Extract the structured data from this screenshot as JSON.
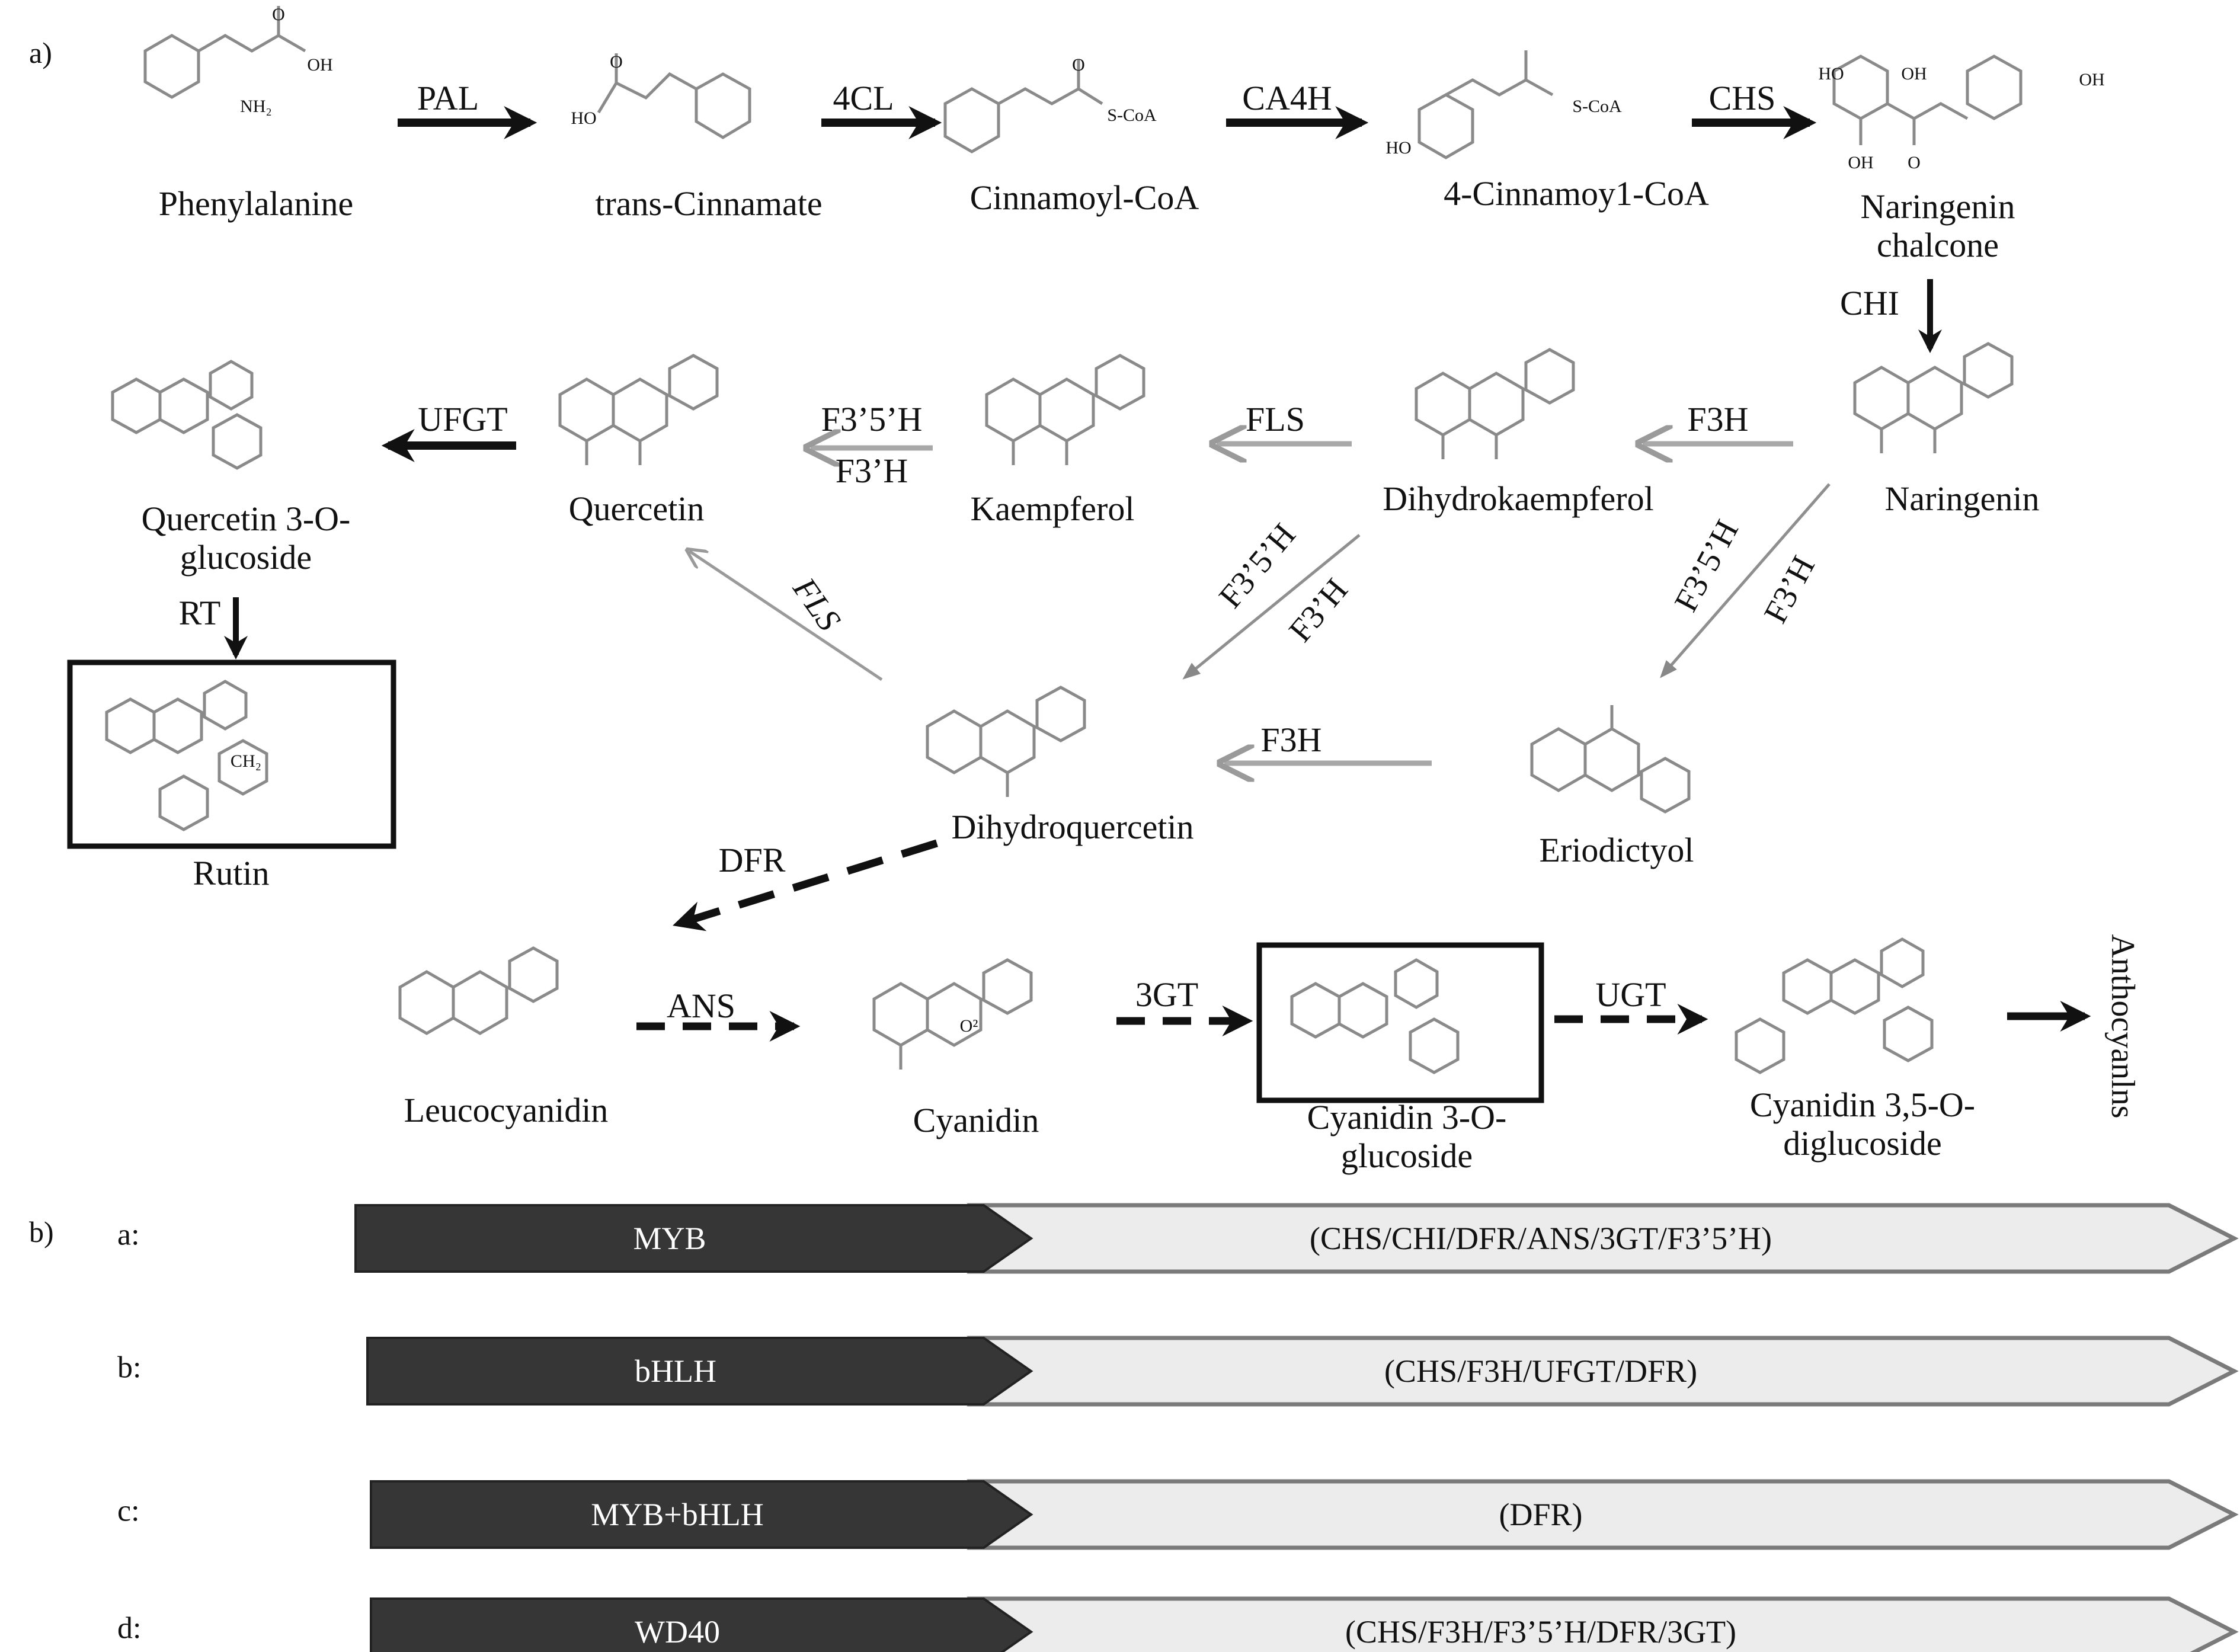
{
  "panels": {
    "a": "a)",
    "b": "b)"
  },
  "compounds": {
    "phenylalanine": "Phenylalanine",
    "trans_cinnamate": "trans-Cinnamate",
    "cinnamoyl_coa": "Cinnamoyl-CoA",
    "four_cinnamoyl_coa": "4-Cinnamoy1-CoA",
    "naringenin_chalcone": [
      "Naringenin",
      "chalcone"
    ],
    "naringenin": "Naringenin",
    "dihydrokaempferol": "Dihydrokaempferol",
    "kaempferol": "Kaempferol",
    "quercetin": "Quercetin",
    "quercetin_3_glucoside": [
      "Quercetin 3-O-",
      "glucoside"
    ],
    "rutin": "Rutin",
    "dihydroquercetin": "Dihydroquercetin",
    "eriodictyol": "Eriodictyol",
    "leucocyanidin": "Leucocyanidin",
    "cyanidin": "Cyanidin",
    "cyanidin_3_glucoside": [
      "Cyanidin 3-O-",
      "glucoside"
    ],
    "cyanidin_35_diglucoside": [
      "Cyanidin 3,5-O-",
      "diglucoside"
    ],
    "anthocyanins": "Anthocyanlns"
  },
  "enzymes": {
    "pal": "PAL",
    "four_cl": "4CL",
    "ca4h": "CA4H",
    "chs": "CHS",
    "chi": "CHI",
    "f3h_1": "F3H",
    "fls_1": "FLS",
    "f3_5h_1": "F3’5’H",
    "f3h_prime_1": "F3’H",
    "ufgt": "UFGT",
    "rt": "RT",
    "f3_5h_2": "F3’5’H",
    "f3h_prime_2": "F3’H",
    "f3_5h_3": "F3’5’H",
    "f3h_prime_3": "F3’H",
    "fls_2": "FLS",
    "f3h_2": "F3H",
    "dfr": "DFR",
    "ans": "ANS",
    "three_gt": "3GT",
    "ugt": "UGT"
  },
  "atoms": {
    "O": "O",
    "OH": "OH",
    "HO": "HO",
    "NH2": "NH₂",
    "SCoA": "S-CoA",
    "O2": "O²",
    "CH2": "CH₂"
  },
  "regulators": [
    {
      "row": "a:",
      "tf": "MYB",
      "targets": "(CHS/CHI/DFR/ANS/3GT/F3’5’H)"
    },
    {
      "row": "b:",
      "tf": "bHLH",
      "targets": "(CHS/F3H/UFGT/DFR)"
    },
    {
      "row": "c:",
      "tf": "MYB+bHLH",
      "targets": "(DFR)"
    },
    {
      "row": "d:",
      "tf": "WD40",
      "targets": "(CHS/F3H/F3’5’H/DFR/3GT)"
    }
  ],
  "colors": {
    "bond": "#8a8a8a",
    "arrow_black": "#111111",
    "arrow_gray": "#9a9a9a",
    "tf_dark": "#363636",
    "target_light": "#ececec",
    "target_border": "#7a7a7a"
  }
}
